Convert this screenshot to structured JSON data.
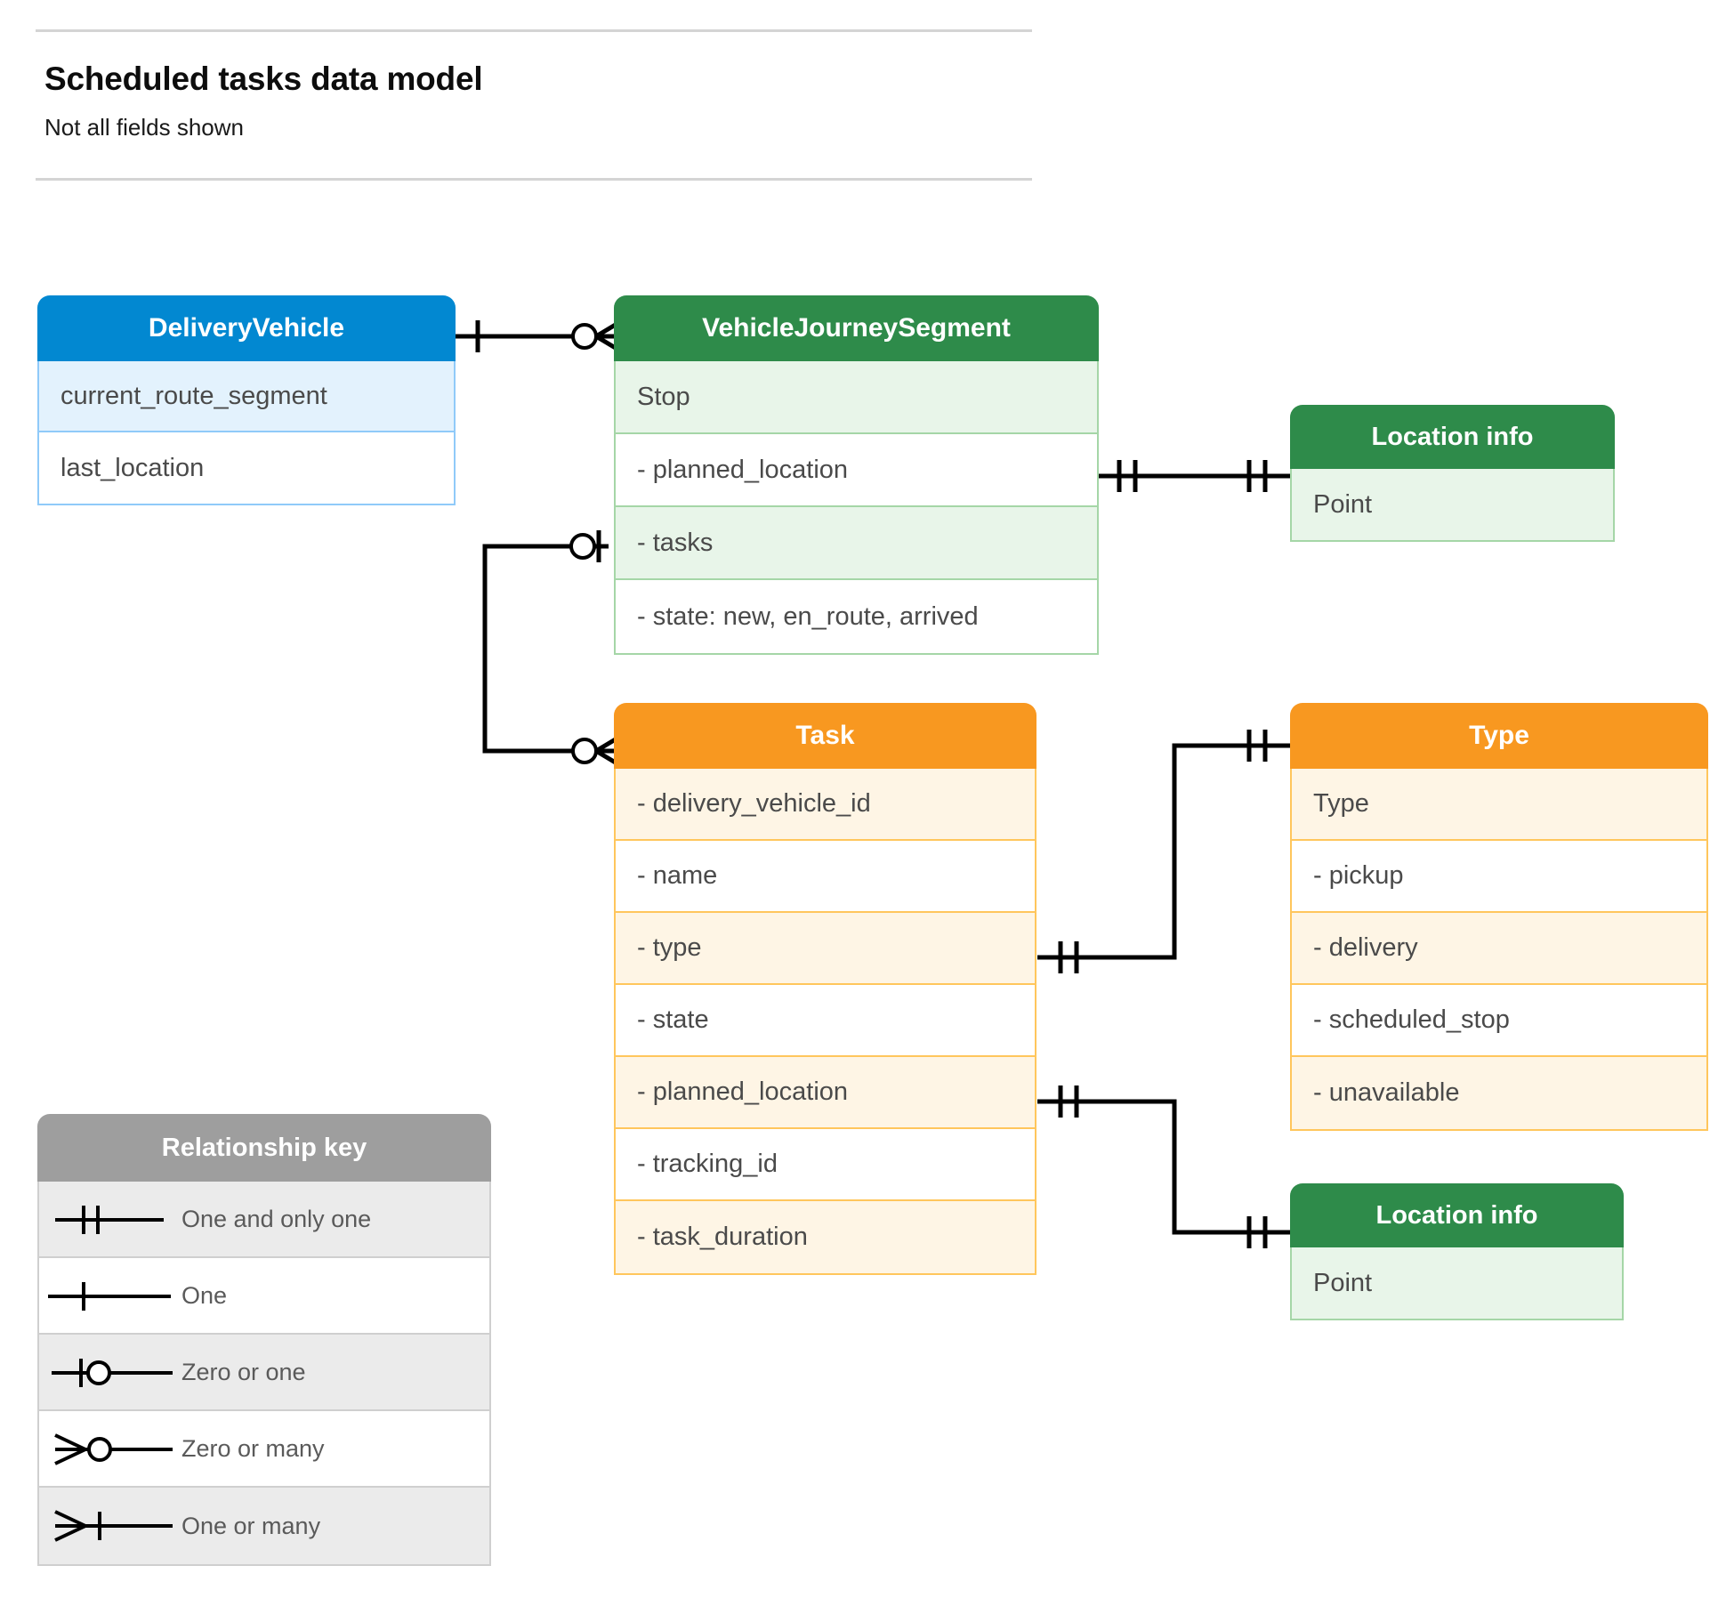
{
  "header": {
    "title": "Scheduled tasks data model",
    "subtitle": "Not all fields shown"
  },
  "colors": {
    "blue_header": "#0288d1",
    "blue_row": "#e3f2fd",
    "blue_border": "#90caf9",
    "green_header": "#2e8b4a",
    "green_row": "#e8f5e9",
    "green_border": "#a5d6a7",
    "orange_header": "#f89820",
    "orange_row": "#fef5e5",
    "orange_border": "#ffc65c",
    "grey_header": "#9e9e9e",
    "grey_row": "#ebebeb",
    "grey_border": "#cfcfcf",
    "connector": "#000000"
  },
  "entities": {
    "delivery_vehicle": {
      "title": "DeliveryVehicle",
      "rows": [
        "current_route_segment",
        "last_location"
      ]
    },
    "vehicle_journey_segment": {
      "title": "VehicleJourneySegment",
      "rows": [
        "Stop",
        "-  planned_location",
        "- tasks",
        "- state: new, en_route, arrived"
      ]
    },
    "location_info_top": {
      "title": "Location info",
      "rows": [
        "Point"
      ]
    },
    "task": {
      "title": "Task",
      "rows": [
        "- delivery_vehicle_id",
        "- name",
        "- type",
        "- state",
        "- planned_location",
        "- tracking_id",
        "- task_duration"
      ]
    },
    "type": {
      "title": "Type",
      "rows": [
        "Type",
        "-  pickup",
        "-  delivery",
        "-  scheduled_stop",
        "-  unavailable"
      ]
    },
    "location_info_bottom": {
      "title": "Location info",
      "rows": [
        "Point"
      ]
    }
  },
  "legend": {
    "title": "Relationship key",
    "items": [
      {
        "symbol": "one-and-only-one",
        "label": "One and only one"
      },
      {
        "symbol": "one",
        "label": "One"
      },
      {
        "symbol": "zero-or-one",
        "label": "Zero or one"
      },
      {
        "symbol": "zero-or-many",
        "label": "Zero or many"
      },
      {
        "symbol": "one-or-many",
        "label": "One or many"
      }
    ]
  },
  "relationships": [
    {
      "from": "DeliveryVehicle",
      "from_cardinality": "one",
      "to": "VehicleJourneySegment",
      "to_cardinality": "zero-or-many"
    },
    {
      "from": "VehicleJourneySegment.- planned_location",
      "from_cardinality": "one-and-only-one",
      "to": "Location info",
      "to_cardinality": "one-and-only-one"
    },
    {
      "from": "VehicleJourneySegment.- tasks",
      "from_cardinality": "zero-or-one",
      "to": "Task",
      "to_cardinality": "zero-or-many"
    },
    {
      "from": "Task.- type",
      "from_cardinality": "one-and-only-one",
      "to": "Type",
      "to_cardinality": "one-and-only-one"
    },
    {
      "from": "Task.- planned_location",
      "from_cardinality": "one-and-only-one",
      "to": "Location info",
      "to_cardinality": "one-and-only-one"
    }
  ]
}
